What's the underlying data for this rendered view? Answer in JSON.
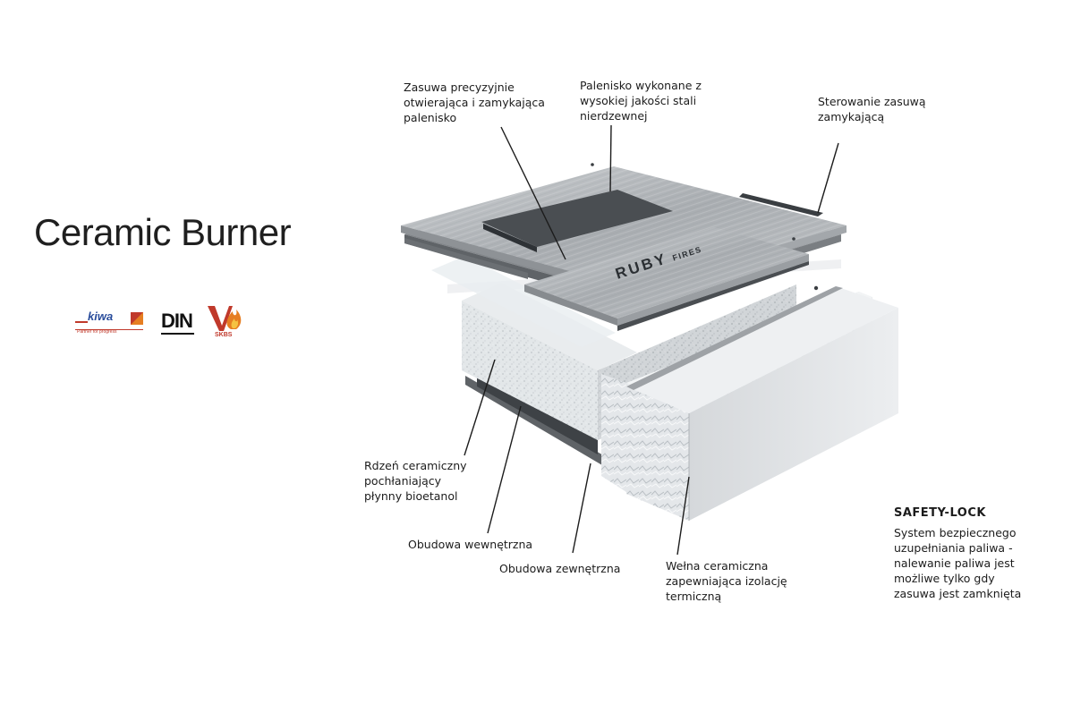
{
  "title": "Ceramic Burner",
  "logos": {
    "kiwa": "kiwa",
    "kiwa_tagline": "Partner for progress",
    "din": "DIN",
    "skbs": "SKBS"
  },
  "plate_brand": {
    "main": "RUBY",
    "sub": "FIRES"
  },
  "labels": {
    "damper": "Zasuwa precyzyjnie\notwierająca i zamykająca\npalenisko",
    "firebox": "Palenisko wykonane z\nwysokiej jakości stali\nnierdzewnej",
    "control": "Sterowanie zasuwą\nzamykającą",
    "core": "Rdzeń ceramiczny\npochłaniający\npłynny bioetanol",
    "inner": "Obudowa wewnętrzna",
    "outer": "Obudowa zewnętrzna",
    "wool": "Wełna ceramiczna\nzapewniająca izolację\ntermiczną"
  },
  "safety": {
    "title": "SAFETY-LOCK",
    "body": "System bezpiecznego\nuzupełniania paliwa -\nnalewanie paliwa jest\nmożliwe tylko gdy\nzasuwa jest zamknięta"
  },
  "colors": {
    "text": "#1c1c1c",
    "steel": "#b8bcc0",
    "ceramic": "#dfe3e6",
    "kiwa_blue": "#2a4d9c",
    "skbs_red": "#c0392b"
  }
}
